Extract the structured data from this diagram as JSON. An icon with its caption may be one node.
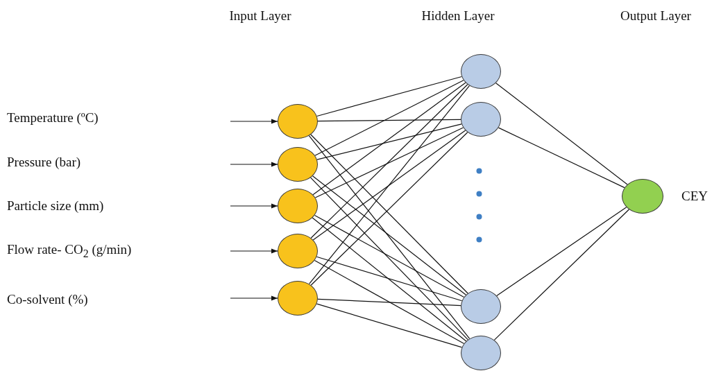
{
  "diagram": {
    "nodes": [
      {
        "text": [],
        "shape": "circle"
      },
      {
        "text": [],
        "shape": "circle"
      },
      {
        "text": [],
        "shape": "circle"
      },
      {
        "text": [],
        "shape": "circle"
      },
      {
        "text": [],
        "shape": "circle"
      },
      {
        "text": [],
        "shape": "circle"
      },
      {
        "text": [],
        "shape": "circle"
      },
      {
        "text": [],
        "shape": "circle"
      },
      {
        "text": [],
        "shape": "circle"
      },
      {
        "text": [],
        "shape": "circle",
        "beside": [
          "CEY"
        ]
      }
    ],
    "edges": [
      {
        "from": null,
        "to": 0,
        "arrow": "to"
      },
      {
        "from": null,
        "to": 1,
        "arrow": "to"
      },
      {
        "from": null,
        "to": 2,
        "arrow": "to"
      },
      {
        "from": null,
        "to": 3,
        "arrow": "to"
      },
      {
        "from": null,
        "to": 4,
        "arrow": "to"
      },
      {
        "from": 0,
        "to": 5,
        "arrow": "none"
      },
      {
        "from": 0,
        "to": 6,
        "arrow": "none"
      },
      {
        "from": 0,
        "to": 7,
        "arrow": "none"
      },
      {
        "from": 0,
        "to": 8,
        "arrow": "none"
      },
      {
        "from": 1,
        "to": 5,
        "arrow": "none"
      },
      {
        "from": 1,
        "to": 6,
        "arrow": "none"
      },
      {
        "from": 1,
        "to": 7,
        "arrow": "none"
      },
      {
        "from": 1,
        "to": 8,
        "arrow": "none"
      },
      {
        "from": 2,
        "to": 5,
        "arrow": "none"
      },
      {
        "from": 2,
        "to": 6,
        "arrow": "none"
      },
      {
        "from": 2,
        "to": 7,
        "arrow": "none"
      },
      {
        "from": 2,
        "to": 8,
        "arrow": "none"
      },
      {
        "from": 3,
        "to": 5,
        "arrow": "none"
      },
      {
        "from": 3,
        "to": 6,
        "arrow": "none"
      },
      {
        "from": 3,
        "to": 7,
        "arrow": "none"
      },
      {
        "from": 3,
        "to": 8,
        "arrow": "none"
      },
      {
        "from": 4,
        "to": 5,
        "arrow": "none"
      },
      {
        "from": 4,
        "to": 6,
        "arrow": "none"
      },
      {
        "from": 4,
        "to": 7,
        "arrow": "none"
      },
      {
        "from": 4,
        "to": 8,
        "arrow": "none"
      },
      {
        "from": 5,
        "to": 9,
        "arrow": "none"
      },
      {
        "from": 6,
        "to": 9,
        "arrow": "none"
      },
      {
        "from": 7,
        "to": 9,
        "arrow": "none"
      },
      {
        "from": 8,
        "to": 9,
        "arrow": "none"
      }
    ],
    "labels": [
      "Input Layer",
      "Hidden Layer",
      "Output Layer",
      "Temperature (ºC)",
      "Pressure (bar)",
      "Particle size (mm)",
      "Flow rate- CO$_{2}$ (g/min)",
      "Co-solvent (%)"
    ]
  }
}
